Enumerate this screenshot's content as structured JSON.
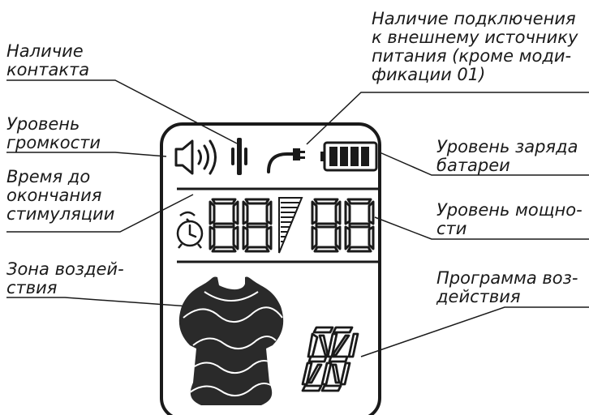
{
  "labels": {
    "contact": [
      "Наличие",
      "контакта"
    ],
    "volume": [
      "Уровень",
      "громкости"
    ],
    "time": [
      "Время до",
      "окончания",
      "стимуляции"
    ],
    "zone": [
      "Зона воздей-",
      "ствия"
    ],
    "power": [
      "Наличие подключения",
      "к внешнему источнику",
      "питания (кроме моди-",
      "фикации 01)"
    ],
    "battery": [
      "Уровень заряда",
      "батареи"
    ],
    "intensity": [
      "Уровень мощно-",
      "сти"
    ],
    "program": [
      "Программа воз-",
      "действия"
    ]
  },
  "colors": {
    "ink": "#1a1a1a",
    "panel": "#2a2a2a",
    "accent": "#ffffff"
  },
  "icons": [
    "speaker-icon",
    "contact-icon",
    "plug-icon",
    "battery-icon",
    "alarm-clock-icon",
    "torso-icon",
    "wedge-icon"
  ]
}
